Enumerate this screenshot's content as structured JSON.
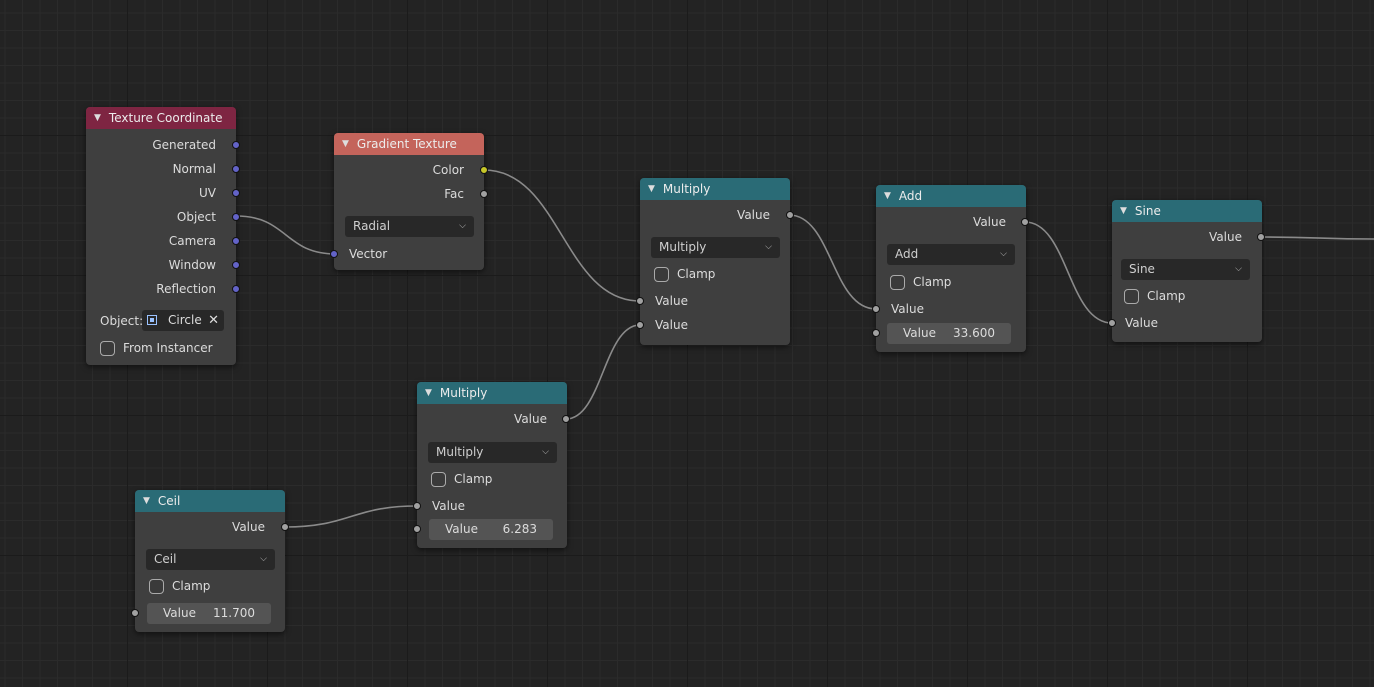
{
  "colors": {
    "background": "#232323",
    "node_body": "#3f3f3f",
    "header_input": "#7e2542",
    "header_texture": "#c4645b",
    "header_converter": "#2a6b76",
    "socket_vector": "#6363c7",
    "socket_value": "#a1a1a1",
    "socket_color": "#c7c729",
    "link": "#8a8a8a"
  },
  "texture_coordinate": {
    "title": "Texture Coordinate",
    "outputs": [
      "Generated",
      "Normal",
      "UV",
      "Object",
      "Camera",
      "Window",
      "Reflection"
    ],
    "object_label": "Object:",
    "object_value": "Circle",
    "object_icon": "object-icon",
    "from_instancer": "From Instancer"
  },
  "gradient_texture": {
    "title": "Gradient Texture",
    "out_color": "Color",
    "out_fac": "Fac",
    "type": "Radial",
    "in_vector": "Vector"
  },
  "multiply_top": {
    "title": "Multiply",
    "out_value": "Value",
    "operation": "Multiply",
    "clamp": "Clamp",
    "in_value_1": "Value",
    "in_value_2": "Value"
  },
  "add": {
    "title": "Add",
    "out_value": "Value",
    "operation": "Add",
    "clamp": "Clamp",
    "in_value_1": "Value",
    "field_label": "Value",
    "field_value": "33.600"
  },
  "sine": {
    "title": "Sine",
    "out_value": "Value",
    "operation": "Sine",
    "clamp": "Clamp",
    "in_value": "Value"
  },
  "multiply_bottom": {
    "title": "Multiply",
    "out_value": "Value",
    "operation": "Multiply",
    "clamp": "Clamp",
    "in_value_1": "Value",
    "field_label": "Value",
    "field_value": "6.283"
  },
  "ceil": {
    "title": "Ceil",
    "out_value": "Value",
    "operation": "Ceil",
    "clamp": "Clamp",
    "field_label": "Value",
    "field_value": "11.700"
  }
}
